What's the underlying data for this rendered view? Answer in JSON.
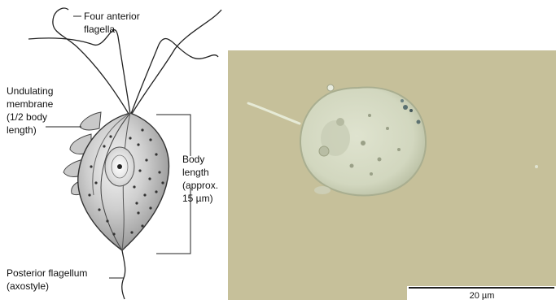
{
  "diagram": {
    "labels": {
      "anterior_flagella": [
        "Four anterior",
        "flagella"
      ],
      "undulating_membrane": [
        "Undulating",
        "membrane",
        "(1/2 body",
        "length)"
      ],
      "body_length": [
        "Body",
        "length",
        "(approx.",
        "15 µm)"
      ],
      "posterior_flagellum": [
        "Posterior flagellum",
        "(axostyle)"
      ]
    }
  },
  "micrograph": {
    "scale_bar_label": "20 µm",
    "background_color": "#c6c09a",
    "cell_color": "#e2e6d2"
  }
}
